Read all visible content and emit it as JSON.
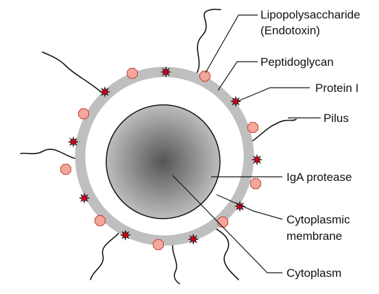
{
  "labels": {
    "lps_line1": "Lipopolysaccharide",
    "lps_line2": "(Endotoxin)",
    "peptidoglycan": "Peptidoglycan",
    "protein_i": "Protein I",
    "pilus": "Pilus",
    "iga_protease": "IgA protease",
    "cytoplasmic_membrane_line1": "Cytoplasmic",
    "cytoplasmic_membrane_line2": "membrane",
    "cytoplasm": "Cytoplasm"
  },
  "colors": {
    "peptidoglycan_ring": "#bfbfbf",
    "lps_octagon_fill": "#f4a79b",
    "lps_octagon_stroke": "#c0392b",
    "protein_star": "#d0021b",
    "cytoplasm_center": "#555555",
    "cytoplasm_edge": "#c7c7c7",
    "line": "#111111"
  },
  "icons": {
    "lps": "octagon",
    "protein_i": "star-burst"
  }
}
